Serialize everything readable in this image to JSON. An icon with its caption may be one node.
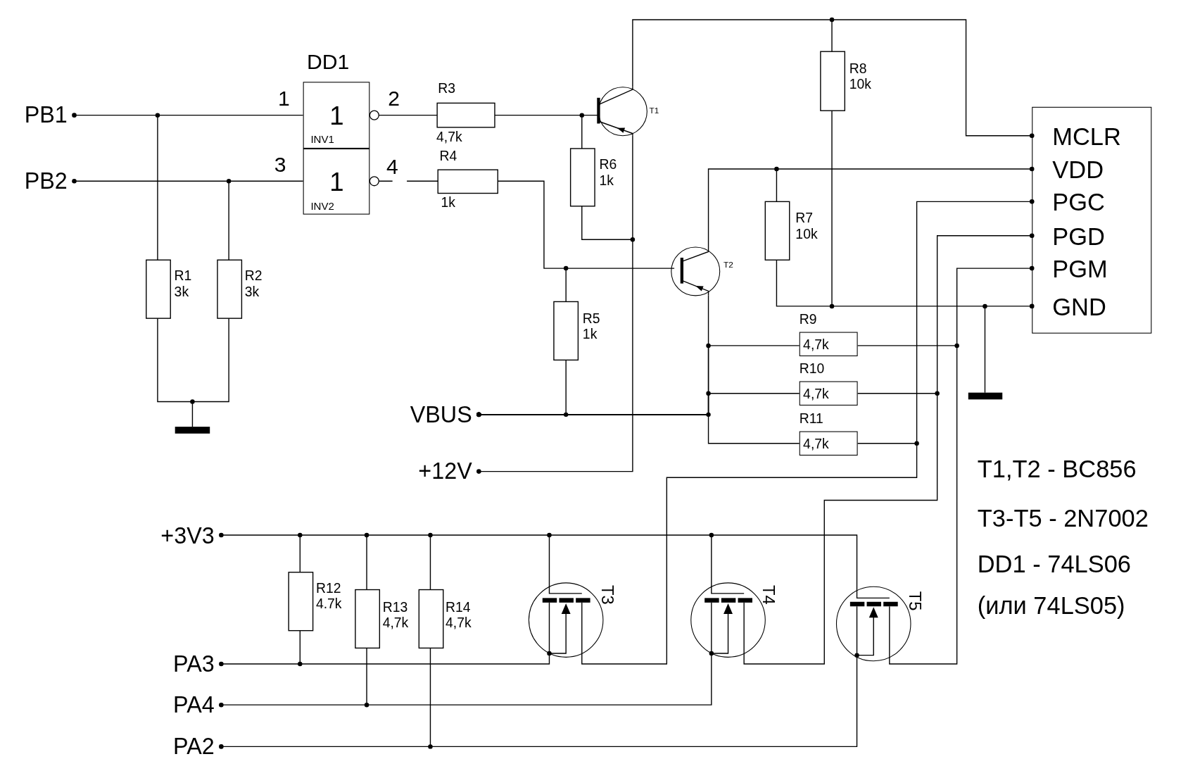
{
  "diagram": {
    "nodes": [
      {
        "text": [
          "PB1"
        ]
      },
      {
        "text": [
          "PB2"
        ]
      },
      {
        "text": [
          "1",
          "INV1"
        ],
        "beside": [
          "DD1",
          "1",
          "2"
        ]
      },
      {
        "text": [
          "1",
          "INV2"
        ],
        "beside": [
          "3",
          "4"
        ]
      },
      {
        "text": [
          "MCLR",
          "VDD",
          "PGC",
          "PGD",
          "PGM",
          "GND"
        ]
      },
      {
        "text": [
          "VBUS"
        ]
      },
      {
        "text": [
          "4,7k"
        ],
        "beside": [
          "R9"
        ]
      },
      {
        "text": [
          "4,7k"
        ],
        "beside": [
          "R10"
        ]
      },
      {
        "text": [
          "4,7k"
        ],
        "beside": [
          "R11"
        ]
      },
      {
        "text": [
          "+12V"
        ]
      },
      {
        "text": [
          "+3V3"
        ]
      },
      {
        "text": [
          "PA3"
        ]
      },
      {
        "text": [
          "PA4"
        ]
      },
      {
        "text": [
          "PA2"
        ]
      },
      {
        "text": [],
        "shape": "circle",
        "beside": [
          "T1"
        ]
      },
      {
        "text": [],
        "shape": "circle",
        "beside": [
          "T2"
        ]
      }
    ],
    "edges": [
      {
        "from": 0,
        "to": 2,
        "arrow": "other"
      },
      {
        "from": 1,
        "to": 3,
        "arrow": "other"
      },
      {
        "from": 5,
        "to": 6,
        "arrow": "other"
      },
      {
        "from": 5,
        "to": 7,
        "arrow": "other"
      },
      {
        "from": 5,
        "to": 8,
        "arrow": "other"
      },
      {
        "from": 6,
        "to": 4,
        "arrow": "other"
      },
      {
        "from": 7,
        "to": 4,
        "arrow": "other"
      },
      {
        "from": 8,
        "to": 4,
        "arrow": "other"
      },
      {
        "from": 2,
        "to": null,
        "arrow": "other"
      },
      {
        "from": 3,
        "to": null,
        "arrow": "other"
      },
      {
        "from": 14,
        "to": 4,
        "arrow": "other"
      },
      {
        "from": 15,
        "to": 4,
        "arrow": "other"
      },
      {
        "from": null,
        "to": 4,
        "arrow": "other"
      },
      {
        "from": 9,
        "to": 14,
        "arrow": "other"
      },
      {
        "from": 10,
        "to": null,
        "arrow": "other"
      },
      {
        "from": 11,
        "to": null,
        "arrow": "other"
      },
      {
        "from": 12,
        "to": null,
        "arrow": "other"
      },
      {
        "from": 13,
        "to": null,
        "arrow": "other"
      },
      {
        "from": 5,
        "to": 15,
        "arrow": "other"
      }
    ],
    "labels": [
      "R8",
      "10k",
      "R3",
      "4,7k",
      "R6",
      "1k",
      "R4",
      "1k",
      "R7",
      "10k",
      "R1",
      "3k",
      "R2",
      "3k",
      "R5",
      "1k",
      "T1,T2 - BC856",
      "T3-T5 - 2N7002",
      "DD1 - 74LS06",
      "(или 74LS05)",
      "R12",
      "4.7k",
      "R13",
      "4,7k",
      "R14",
      "4,7k",
      "T3",
      "T4",
      "T5"
    ]
  }
}
